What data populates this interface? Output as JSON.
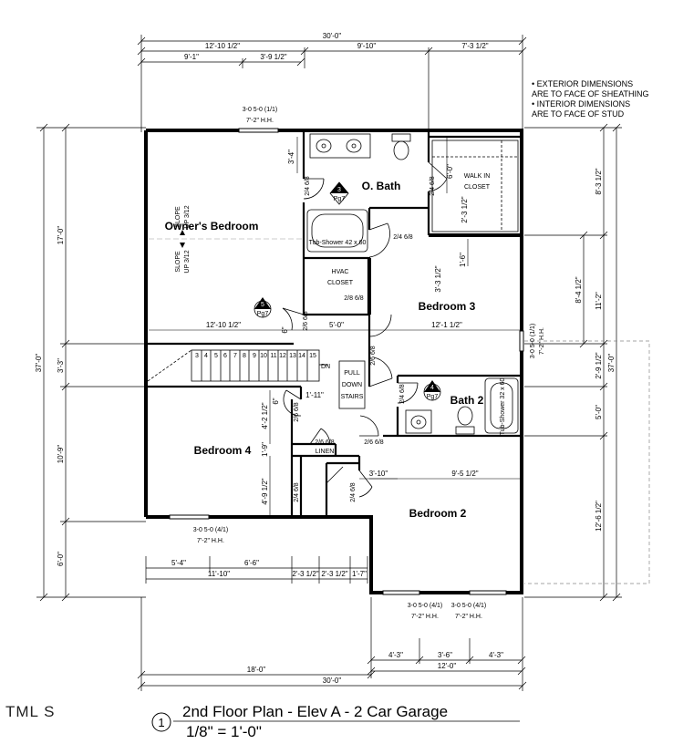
{
  "overall": {
    "top_width": "30'-0\"",
    "bottom_width": "30'-0\"",
    "left_depth": "37'-0\"",
    "right_depth": "37'-0\""
  },
  "top_dims": {
    "a": "12'-10 1/2\"",
    "b": "9'-10\"",
    "c": "7'-3 1/2\"",
    "d": "9'-1\"",
    "e": "3'-9 1/2\""
  },
  "notes": [
    "• EXTERIOR DIMENSIONS",
    "ARE TO FACE OF SHEATHING",
    "• INTERIOR DIMENSIONS",
    "ARE TO FACE OF STUD"
  ],
  "windows": {
    "owners": [
      "3-0 5-0 (1/1)",
      "7'-2\" H.H."
    ],
    "bed3": [
      "3-0 5-0 (1/1)",
      "7'-2\" H.H."
    ],
    "bed4": [
      "3-0 5-0 (4/1)",
      "7'-2\" H.H."
    ],
    "bed2a": [
      "3-0 5-0 (4/1)",
      "7'-2\" H.H."
    ],
    "bed2b": [
      "3-0 5-0 (4/1)",
      "7'-2\" H.H."
    ]
  },
  "rooms": {
    "owners": "Owner's Bedroom",
    "obath": "O. Bath",
    "walkin": [
      "WALK IN",
      "CLOSET"
    ],
    "hvac": [
      "HVAC",
      "CLOSET"
    ],
    "bed3": "Bedroom 3",
    "bath2": "Bath 2",
    "bed4": "Bedroom 4",
    "bed2": "Bedroom 2",
    "stairs": [
      "PULL",
      "DOWN",
      "STAIRS"
    ],
    "linen": "LINEN",
    "dn": "DN"
  },
  "fixtures": {
    "tub1": "Tub-Shower 42 x 60",
    "tub2": "Tub-Shower 32 x 60"
  },
  "slope": [
    "SLOPE",
    "UP 3/12",
    "SLOPE",
    "UP 3/12"
  ],
  "doors": {
    "d1": "2/4 6/8",
    "d2": "2/4 6/8",
    "d3": "2/4 6/8",
    "d4": "2/8 6/8",
    "d5": "2/6 6/8",
    "d6": "2/6 6/8",
    "d7": "2/4 6/8",
    "d8": "2/6 6/8",
    "d9": "2/6 6/8",
    "d10": "2/6 6/8",
    "d11": "2/4 6/8",
    "d12": "2/4 6/8"
  },
  "interior_dims": {
    "i1": "3'-4\"",
    "i2": "6'-0\"",
    "i3": "2'-3 1/2\"",
    "i4": "1'-6\"",
    "i5": "3'-3 1/2\"",
    "i6": "12'-10 1/2\"",
    "i7": "5'-0\"",
    "i8": "12'-1 1/2\"",
    "i9": "6\"",
    "i10": "1'-11\"",
    "i11": "6\"",
    "i12": "4'-2 1/2\"",
    "i13": "1'-9\"",
    "i14": "4'-9 1/2\"",
    "i15": "3'-10\"",
    "i16": "9'-5 1/2\""
  },
  "left_dims": {
    "l1": "17'-0\"",
    "l2": "3'-3\"",
    "l3": "10'-9\"",
    "l4": "6'-0\""
  },
  "right_dims": {
    "r1": "8'-3 1/2\"",
    "r2": "8'-4 1/2\"",
    "r3": "11'-2\"",
    "r4": "2'-9 1/2\"",
    "r5": "5'-0\"",
    "r6": "12'-6 1/2\""
  },
  "bottom_dims": {
    "b1": "5'-4\"",
    "b2": "6'-6\"",
    "b3": "11'-10\"",
    "b4": "2'-3 1/2\"",
    "b5": "2'-3 1/2\"",
    "b6": "1'-7\"",
    "b7": "4'-3\"",
    "b8": "3'-6\"",
    "b9": "4'-3\"",
    "b10": "12'-0\"",
    "b11": "18'-0\""
  },
  "stair_numbers": [
    "3",
    "4",
    "5",
    "6",
    "7",
    "8",
    "9",
    "10",
    "11",
    "12",
    "13",
    "14",
    "15"
  ],
  "section_marks": {
    "s1_num": "3",
    "s1_page": "Pg7",
    "s2_num": "5",
    "s2_page": "Pg7",
    "s3_num": "4",
    "s3_page": "Pg7"
  },
  "title_block": {
    "number": "1",
    "title": "2nd Floor Plan - Elev A - 2 Car Garage",
    "scale": "1/8\" = 1'-0\""
  },
  "brand": "TML S"
}
